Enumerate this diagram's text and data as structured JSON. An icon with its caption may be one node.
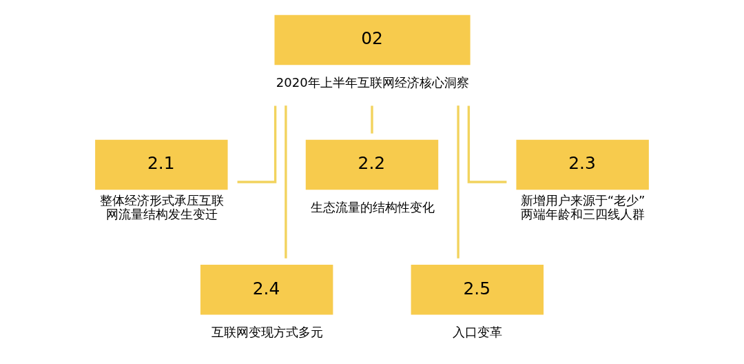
{
  "diagram": {
    "nodes": [
      {
        "text": [
          "02",
          "2020年上半年互联网经济核心洞察"
        ]
      },
      {
        "text": [
          "2.1",
          "整体经济形式承压互联网流量结构发生变迁"
        ]
      },
      {
        "text": [
          "2.2",
          "生态流量的结构性变化"
        ]
      },
      {
        "text": [
          "2.3",
          "新增用户来源于“老少”两端年龄和三四线人群"
        ]
      },
      {
        "text": [
          "2.4",
          "互联网变现方式多元"
        ]
      },
      {
        "text": [
          "2.5",
          "入口变革"
        ]
      }
    ],
    "edges": [
      {
        "from": 0,
        "to": 1,
        "arrow": "none"
      },
      {
        "from": 0,
        "to": 2,
        "arrow": "none"
      },
      {
        "from": 0,
        "to": 3,
        "arrow": "none"
      },
      {
        "from": 0,
        "to": 4,
        "arrow": "none"
      },
      {
        "from": 0,
        "to": 5,
        "arrow": "none"
      }
    ]
  }
}
